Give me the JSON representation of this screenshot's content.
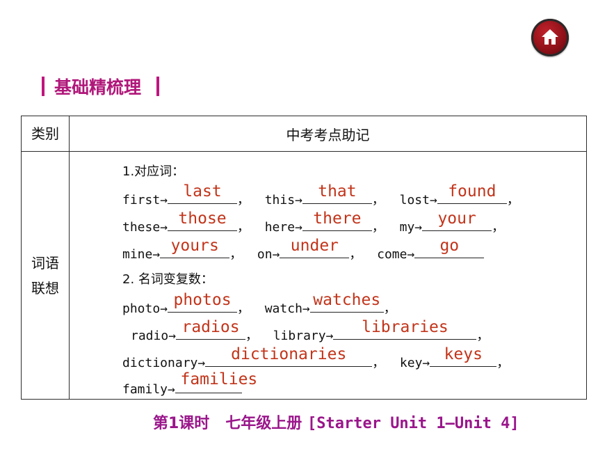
{
  "section_title": "基础精梳理",
  "table": {
    "header": {
      "category": "类别",
      "content": "中考考点助记"
    },
    "category": [
      "词语",
      "联想"
    ],
    "part1_heading": "1.对应词：",
    "part2_heading": "2. 名词变复数：",
    "items": [
      {
        "word": "first",
        "answer": "last",
        "sep": "，"
      },
      {
        "word": "this",
        "answer": "that",
        "sep": "，"
      },
      {
        "word": "lost",
        "answer": "found",
        "sep": "，"
      },
      {
        "word": "these",
        "answer": "those",
        "sep": "，"
      },
      {
        "word": "here",
        "answer": "there",
        "sep": "，"
      },
      {
        "word": "my",
        "answer": "your",
        "sep": "，"
      },
      {
        "word": "mine",
        "answer": "yours",
        "sep": "，"
      },
      {
        "word": "on",
        "answer": "under",
        "sep": "，"
      },
      {
        "word": "come",
        "answer": "go",
        "sep": ""
      },
      {
        "word": "photo",
        "answer": "photos",
        "sep": "，"
      },
      {
        "word": "watch",
        "answer": "watches",
        "sep": "，"
      },
      {
        "word": "radio",
        "answer": "radios",
        "sep": "，"
      },
      {
        "word": "library",
        "answer": "libraries",
        "sep": "，"
      },
      {
        "word": "dictionary",
        "answer": "dictionaries",
        "sep": "，"
      },
      {
        "word": "key",
        "answer": "keys",
        "sep": "，"
      },
      {
        "word": "family",
        "answer": "families",
        "sep": ""
      }
    ]
  },
  "footer": {
    "lesson": "第1课时",
    "book": "七年级上册",
    "units": "[Starter Unit 1—Unit 4]"
  },
  "colors": {
    "accent": "#b0177a",
    "answer": "#c2341a",
    "footer": "#9a168b",
    "home": "#8e1018"
  },
  "icons": {
    "home": "home-icon"
  }
}
